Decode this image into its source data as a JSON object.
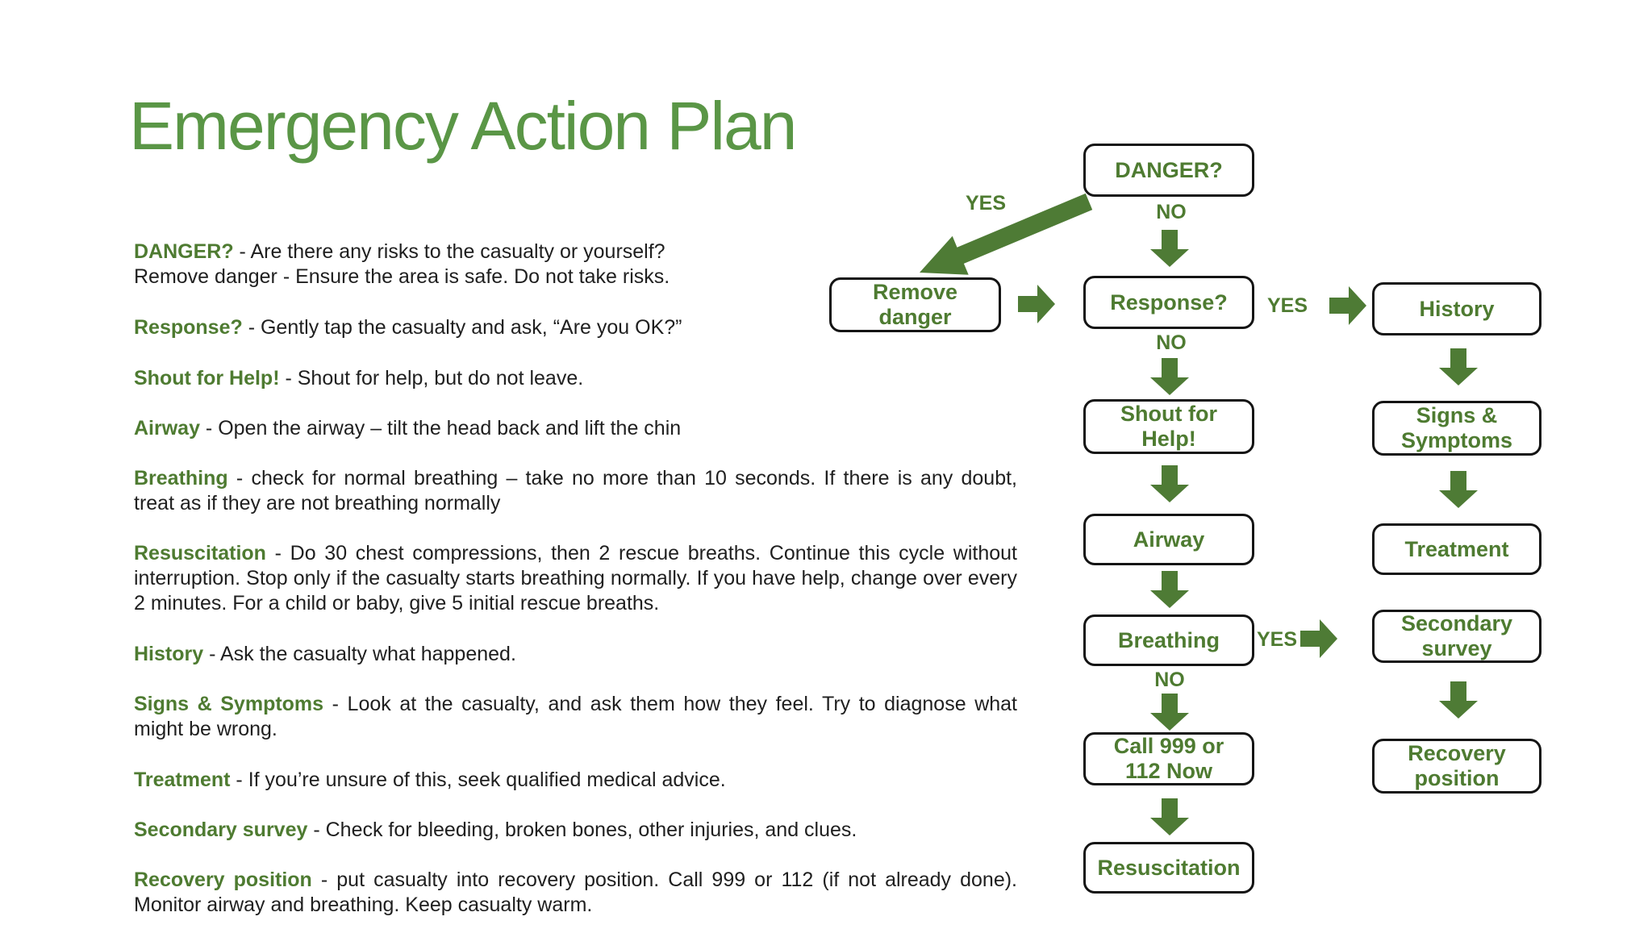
{
  "title": "Emergency Action Plan",
  "definitions": [
    {
      "term": "DANGER?",
      "rest": " - Are there any risks to the casualty or yourself?\nRemove danger - Ensure the area is safe. Do not take risks."
    },
    {
      "term": "Response?",
      "rest": " - Gently tap the casualty and ask, “Are you OK?”"
    },
    {
      "term": "Shout for Help!",
      "rest": " - Shout for help, but do not leave."
    },
    {
      "term": "Airway",
      "rest": " - Open the airway – tilt the head back and lift the chin"
    },
    {
      "term": "Breathing",
      "rest": " - check for normal breathing – take no more than 10 seconds. If there is any doubt, treat as if they are not breathing normally"
    },
    {
      "term": "Resuscitation",
      "rest": " - Do 30 chest compressions, then 2 rescue breaths. Continue this cycle without interruption. Stop only if the casualty starts breathing normally. If you have help, change over every 2 minutes. For a child or baby, give 5 initial rescue breaths."
    },
    {
      "term": "History",
      "rest": " - Ask the casualty what happened."
    },
    {
      "term": "Signs & Symptoms",
      "rest": " - Look at the casualty, and ask them how they feel. Try to diagnose what might be wrong."
    },
    {
      "term": "Treatment",
      "rest": " - If you’re unsure of this, seek qualified medical advice."
    },
    {
      "term": "Secondary survey",
      "rest": " - Check for bleeding, broken bones, other injuries, and clues."
    },
    {
      "term": "Recovery position",
      "rest": " - put casualty into recovery position. Call 999 or 112 (if not already done). Monitor airway and breathing. Keep casualty warm."
    }
  ],
  "flowchart": {
    "boxes": {
      "danger": "DANGER?",
      "remove_danger": "Remove\ndanger",
      "response": "Response?",
      "history": "History",
      "shout": "Shout for\nHelp!",
      "signs": "Signs &\nSymptoms",
      "airway": "Airway",
      "treatment": "Treatment",
      "breathing": "Breathing",
      "secondary": "Secondary\nsurvey",
      "call999": "Call 999 or\n112 Now",
      "recovery": "Recovery\nposition",
      "resuscitation": "Resuscitation"
    },
    "labels": {
      "danger_yes": "YES",
      "danger_no": "NO",
      "response_no": "NO",
      "response_yes": "YES",
      "breathing_no": "NO",
      "breathing_yes": "YES"
    }
  },
  "colors": {
    "title_green": "#5a9646",
    "accent_green": "#4e7b31",
    "arrow_green": "#4e7b35",
    "text_dark": "#1f1f1f",
    "box_border": "#141414",
    "background": "#ffffff"
  }
}
